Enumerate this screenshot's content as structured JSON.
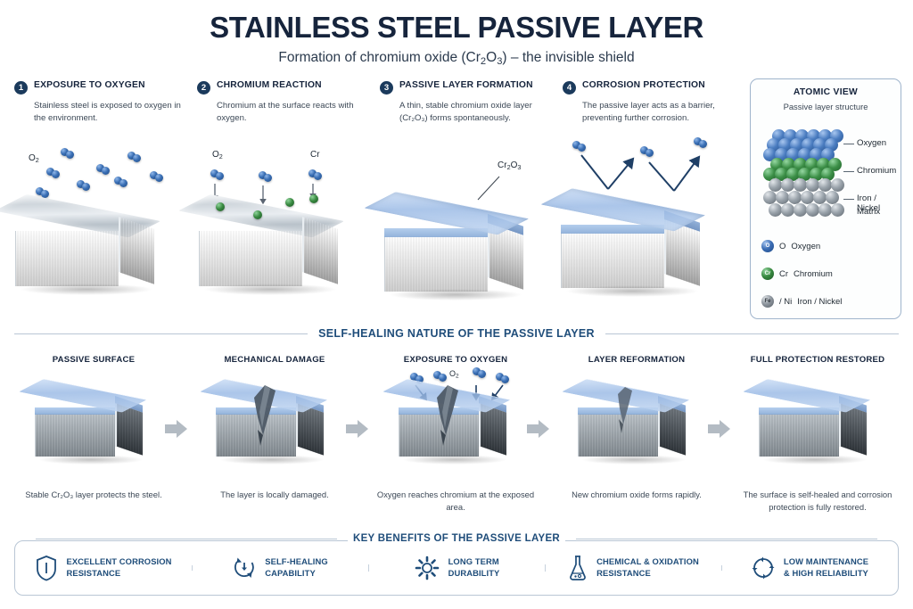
{
  "header": {
    "title": "STAINLESS STEEL PASSIVE LAYER",
    "subtitle_pre": "Formation of chromium oxide (Cr",
    "subtitle_sub1": "2",
    "subtitle_mid": "O",
    "subtitle_sub2": "3",
    "subtitle_post": ") – the invisible shield"
  },
  "steps": [
    {
      "number": "1",
      "title": "EXPOSURE TO OXYGEN",
      "desc": "Stainless steel is exposed to oxygen in the environment.",
      "labels": [
        "O₂"
      ]
    },
    {
      "number": "2",
      "title": "CHROMIUM REACTION",
      "desc": "Chromium at the surface reacts with oxygen.",
      "labels": [
        "O₂",
        "Cr"
      ]
    },
    {
      "number": "3",
      "title": "PASSIVE LAYER FORMATION",
      "desc": "A thin, stable chromium oxide layer (Cr₂O₃) forms spontaneously.",
      "labels": [
        "Cr₂O₃"
      ]
    },
    {
      "number": "4",
      "title": "CORROSION PROTECTION",
      "desc": "The passive layer acts as a barrier, preventing further corrosion.",
      "labels": []
    }
  ],
  "atomic": {
    "title": "ATOMIC VIEW",
    "subtitle": "Passive layer structure",
    "callouts": [
      "Oxygen",
      "Chromium",
      "Iron / Nickel",
      "Matrix"
    ],
    "legend": [
      {
        "symbol": "O",
        "code": "O",
        "name": "Oxygen"
      },
      {
        "symbol": "Cr",
        "code": "Cr",
        "name": "Chromium"
      },
      {
        "symbol": "Fe",
        "code": "/ Ni",
        "name": "Iron / Nickel"
      }
    ]
  },
  "selfhealing": {
    "heading": "SELF-HEALING NATURE OF THE PASSIVE LAYER",
    "panels": [
      {
        "title": "PASSIVE SURFACE",
        "caption": "Stable Cr₂O₃ layer protects the steel."
      },
      {
        "title": "MECHANICAL DAMAGE",
        "caption": "The layer is locally damaged."
      },
      {
        "title": "EXPOSURE TO OXYGEN",
        "caption": "Oxygen reaches chromium at the exposed area.",
        "label": "O₂"
      },
      {
        "title": "LAYER REFORMATION",
        "caption": "New chromium oxide forms rapidly."
      },
      {
        "title": "FULL PROTECTION RESTORED",
        "caption": "The surface is self-healed and corrosion protection is fully restored."
      }
    ]
  },
  "benefits": {
    "heading": "KEY BENEFITS OF THE PASSIVE LAYER",
    "items": [
      {
        "icon": "shield-icon",
        "line1": "EXCELLENT CORROSION",
        "line2": "RESISTANCE"
      },
      {
        "icon": "clock-arrows-icon",
        "line1": "SELF-HEALING",
        "line2": "CAPABILITY"
      },
      {
        "icon": "gear-icon",
        "line1": "LONG TERM",
        "line2": "DURABILITY"
      },
      {
        "icon": "flask-icon",
        "line1": "CHEMICAL & OXIDATION",
        "line2": "RESISTANCE"
      },
      {
        "icon": "cycle-icon",
        "line1": "LOW MAINTENANCE",
        "line2": "& HIGH RELIABILITY"
      }
    ]
  },
  "colors": {
    "title_navy": "#16243c",
    "accent_blue": "#1f4d7a",
    "badge_navy": "#1b3a5c",
    "oxygen_blue": "#3a6fb5",
    "chromium_green": "#37883f",
    "steel_gray": "#9aa4ad"
  }
}
